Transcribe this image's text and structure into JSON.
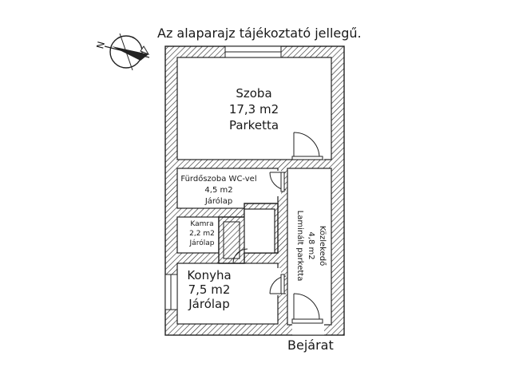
{
  "disclaimer": "Az alaparajz tájékoztató jellegű.",
  "compass": {
    "north_letter": "N",
    "icon": "compass-rose-icon"
  },
  "rooms": {
    "szoba": {
      "name": "Szoba",
      "area": "17,3 m2",
      "floor": "Parketta"
    },
    "furdoszoba": {
      "name": "Fürdőszoba WC-vel",
      "area": "4,5 m2",
      "floor": "Járólap"
    },
    "kamra": {
      "name": "Kamra",
      "area": "2,2 m2",
      "floor": "Járólap"
    },
    "konyha": {
      "name": "Konyha",
      "area": "7,5 m2",
      "floor": "Járólap"
    },
    "kozlekedo": {
      "name": "Közlekedő",
      "area": "4,8 m2",
      "floor": "Laminált parketta"
    }
  },
  "entrance": "Bejárat",
  "colors": {
    "wall_hatch": "#222222",
    "background": "#ffffff"
  }
}
